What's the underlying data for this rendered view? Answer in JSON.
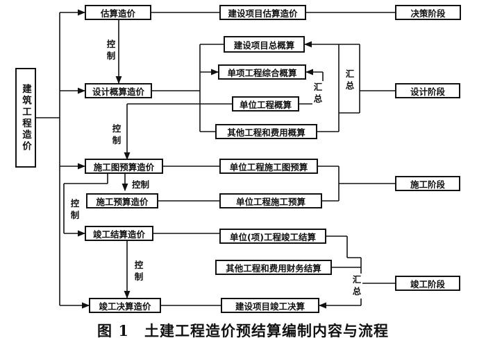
{
  "stages": {
    "root": "建筑工程造价",
    "estimate": "估算造价",
    "design_budget": "设计概算造价",
    "drawing_budget": "施工图预算造价",
    "construction_budget": "施工预算造价",
    "completion_settlement": "竣工结算造价",
    "final_accounts": "竣工决算造价"
  },
  "docs": {
    "project_estimate": "建设项目估算造价",
    "project_total_budget": "建设项目总概算",
    "single_item_budget": "单项工程综合概算",
    "unit_budget": "单位工程概算",
    "other_costs_budget": "其他工程和费用概算",
    "unit_drawing_budget": "单位工程施工图预算",
    "unit_construction_budget": "单位工程施工预算",
    "unit_completion_settlement": "单位(项)工程竣工结算",
    "other_costs_settlement": "其他工程和费用财务结算",
    "project_final_accounts": "建设项目竣工决算"
  },
  "phases": {
    "decision": "决策阶段",
    "design": "设计阶段",
    "construction": "施工阶段",
    "completion": "竣工阶段"
  },
  "annotations": {
    "control": "控制",
    "summary": "汇总"
  },
  "caption": "图 1　土建工程造价预结算编制内容与流程"
}
